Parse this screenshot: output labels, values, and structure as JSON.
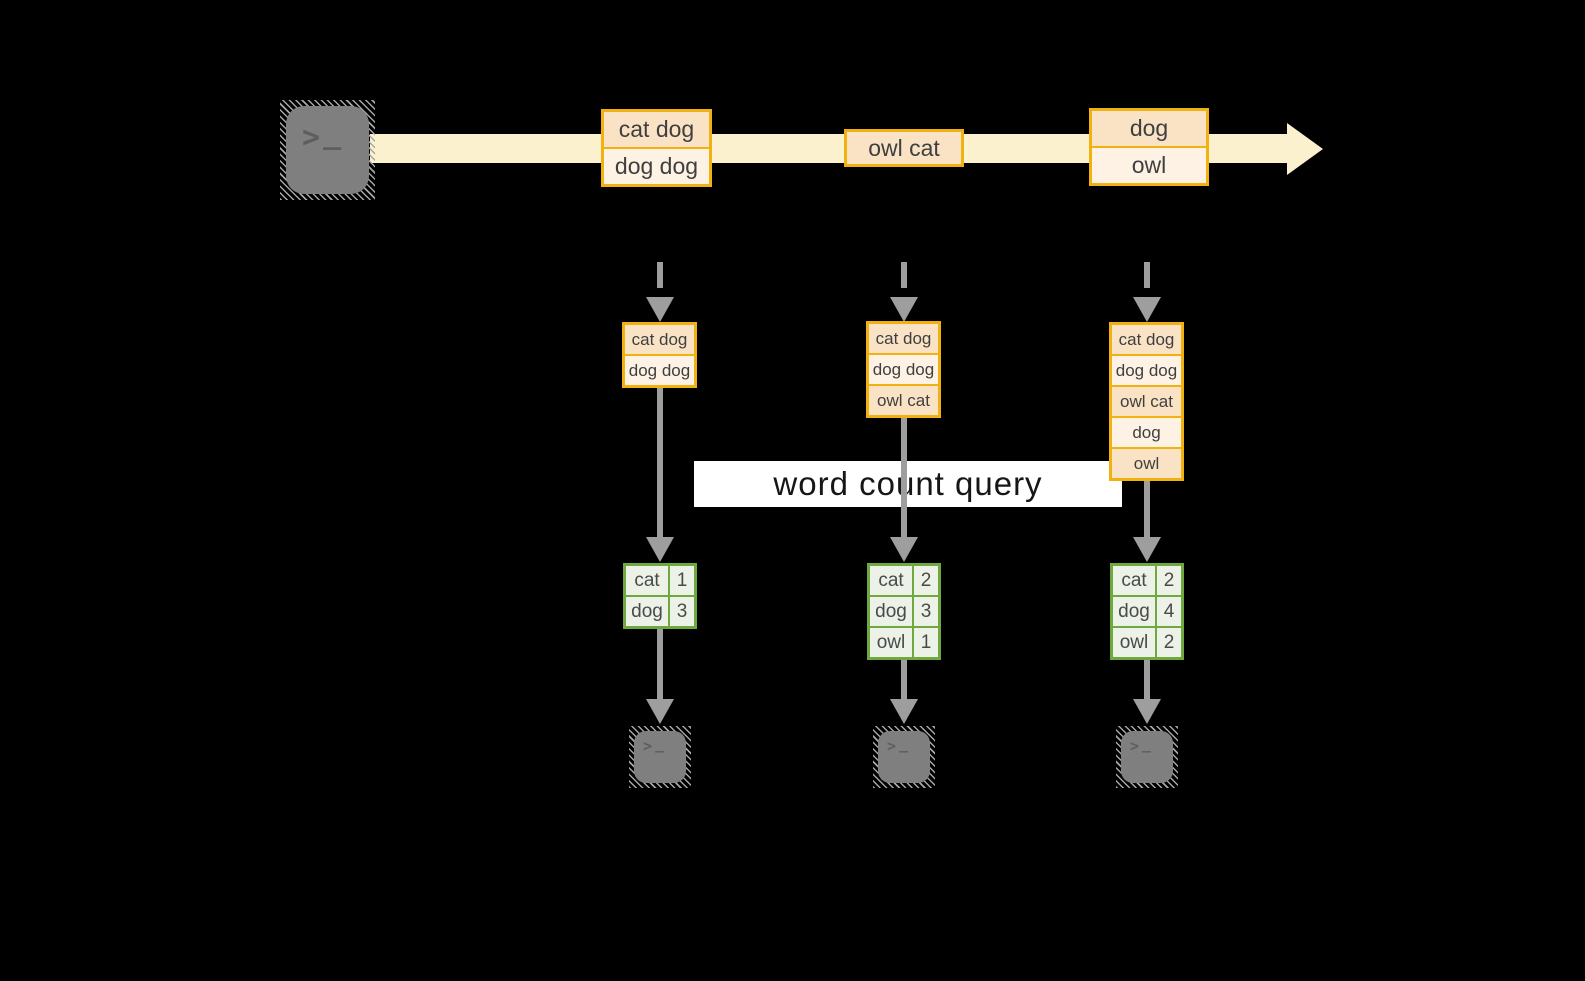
{
  "query_label": "word count query",
  "terminal": {
    "prompt_gt": ">",
    "prompt_us": "_"
  },
  "icons": {
    "source": "terminal-icon",
    "sinks": [
      "terminal-icon",
      "terminal-icon",
      "terminal-icon"
    ]
  },
  "stream": {
    "events": [
      {
        "lines": [
          "cat dog",
          "dog dog"
        ]
      },
      {
        "lines": [
          "owl cat"
        ]
      },
      {
        "lines": [
          "dog",
          "owl"
        ]
      }
    ]
  },
  "columns": [
    {
      "buffer": [
        "cat dog",
        "dog dog"
      ],
      "counts": [
        {
          "word": "cat",
          "count": "1"
        },
        {
          "word": "dog",
          "count": "3"
        }
      ]
    },
    {
      "buffer": [
        "cat dog",
        "dog dog",
        "owl cat"
      ],
      "counts": [
        {
          "word": "cat",
          "count": "2"
        },
        {
          "word": "dog",
          "count": "3"
        },
        {
          "word": "owl",
          "count": "1"
        }
      ]
    },
    {
      "buffer": [
        "cat dog",
        "dog dog",
        "owl cat",
        "dog",
        "owl"
      ],
      "counts": [
        {
          "word": "cat",
          "count": "2"
        },
        {
          "word": "dog",
          "count": "4"
        },
        {
          "word": "owl",
          "count": "2"
        }
      ]
    }
  ],
  "colors": {
    "background": "#000000",
    "stream_band": "#fcf1cf",
    "event_border": "#f1b211",
    "event_fill_dark": "#fae3c5",
    "event_fill_light": "#fdf2e3",
    "table_border": "#6ea83e",
    "table_fill": "#edf2e8",
    "arrow_gray": "#9e9e9e",
    "terminal_gray": "#7f7f7f"
  }
}
